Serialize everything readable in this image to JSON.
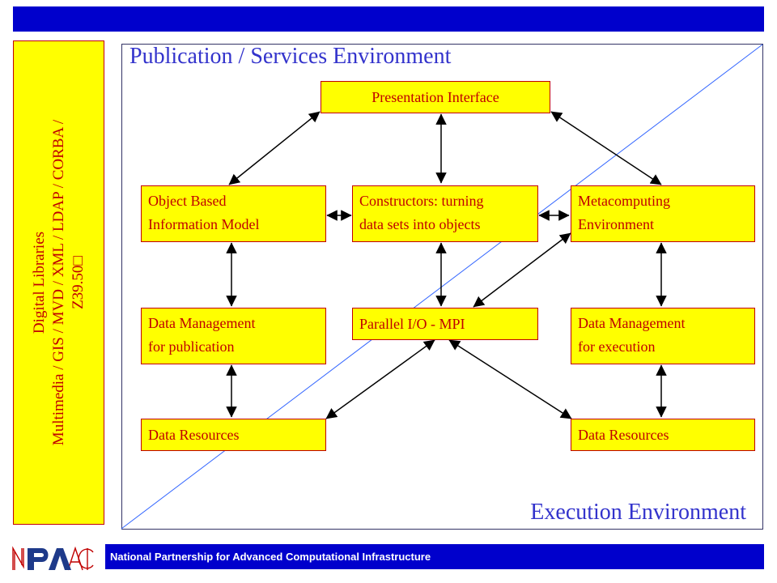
{
  "sidebar": {
    "line1": "Digital Libraries",
    "line2": "Multimedia / GIS / MVD / XML / LDAP / CORBA /",
    "line3": "Z39.50□"
  },
  "environments": {
    "publication": "Publication / Services Environment",
    "execution": "Execution Environment"
  },
  "boxes": {
    "presentation": "Presentation Interface",
    "object_model": [
      "Object Based",
      "Information Model"
    ],
    "constructors": [
      "Constructors: turning",
      "data sets into objects"
    ],
    "metacomputing": [
      "Metacomputing",
      "Environment"
    ],
    "dm_publication": [
      "Data Management",
      "for publication"
    ],
    "parallel_io": "Parallel I/O - MPI",
    "dm_execution": [
      "Data Management",
      "for execution"
    ],
    "resources_left": "Data Resources",
    "resources_right": "Data Resources"
  },
  "footer": {
    "logo_text": "NPACI",
    "text": "National Partnership for Advanced Computational Infrastructure"
  },
  "colors": {
    "bar_blue": "#0000cc",
    "box_fill": "#ffff00",
    "box_text": "#c00000",
    "title_blue": "#3333cc"
  }
}
